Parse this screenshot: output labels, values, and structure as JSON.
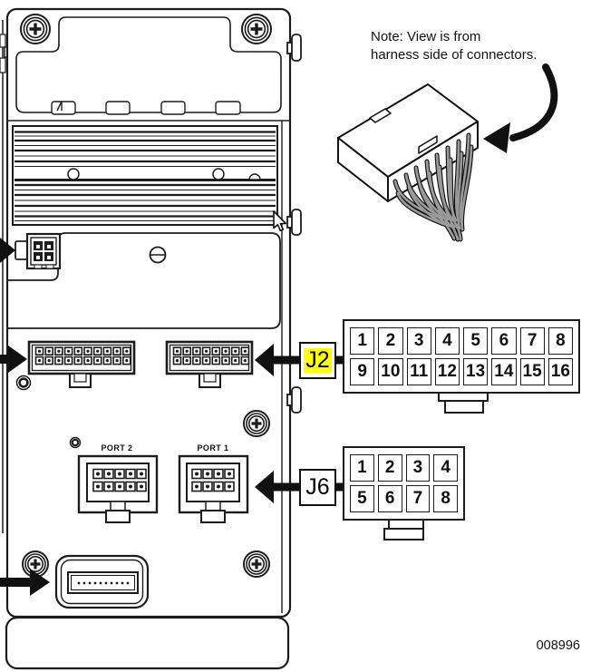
{
  "diagram": {
    "note": {
      "line1": "Note: View is from",
      "line2": "harness side of connectors."
    },
    "figure_number": "008996"
  },
  "module": {
    "ports": {
      "port2_label": "PORT 2",
      "port1_label": "PORT 1"
    },
    "connectors": {
      "small_connector_pins": 4,
      "left_harness_connector_pins": 20,
      "right_harness_connector_pins": 16,
      "port2_pins": 10,
      "port1_pins": 8,
      "bottom_connector_pins": 10
    }
  },
  "connector_views": {
    "j2": {
      "label": "J2",
      "highlight_color": "#ffff00",
      "columns": 8,
      "pins": [
        "1",
        "2",
        "3",
        "4",
        "5",
        "6",
        "7",
        "8",
        "9",
        "10",
        "11",
        "12",
        "13",
        "14",
        "15",
        "16"
      ]
    },
    "j6": {
      "label": "J6",
      "columns": 4,
      "pins": [
        "1",
        "2",
        "3",
        "4",
        "5",
        "6",
        "7",
        "8"
      ]
    }
  },
  "colors": {
    "line": "#1c1c1c",
    "wire_gray": "#9a9a9a",
    "highlight_yellow": "#ffff00"
  }
}
